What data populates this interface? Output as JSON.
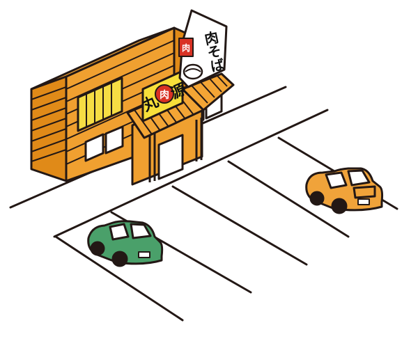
{
  "illustration": {
    "banner_text": "肉そば",
    "sign_text": "丸源",
    "sign_emblem_text": "肉",
    "banner_badge_text": "肉"
  },
  "colors": {
    "outline": "#231815",
    "building_orange": "#f0a030",
    "building_shade": "#e08a18",
    "roof_orange": "#f3a535",
    "sign_yellow": "#f8e03a",
    "sign_red": "#d93224",
    "window_yellow": "#f6dd44",
    "window_white": "#ffffff",
    "car_orange": "#f0a33a",
    "car_green": "#4aa06a",
    "asphalt": "#ffffff"
  }
}
